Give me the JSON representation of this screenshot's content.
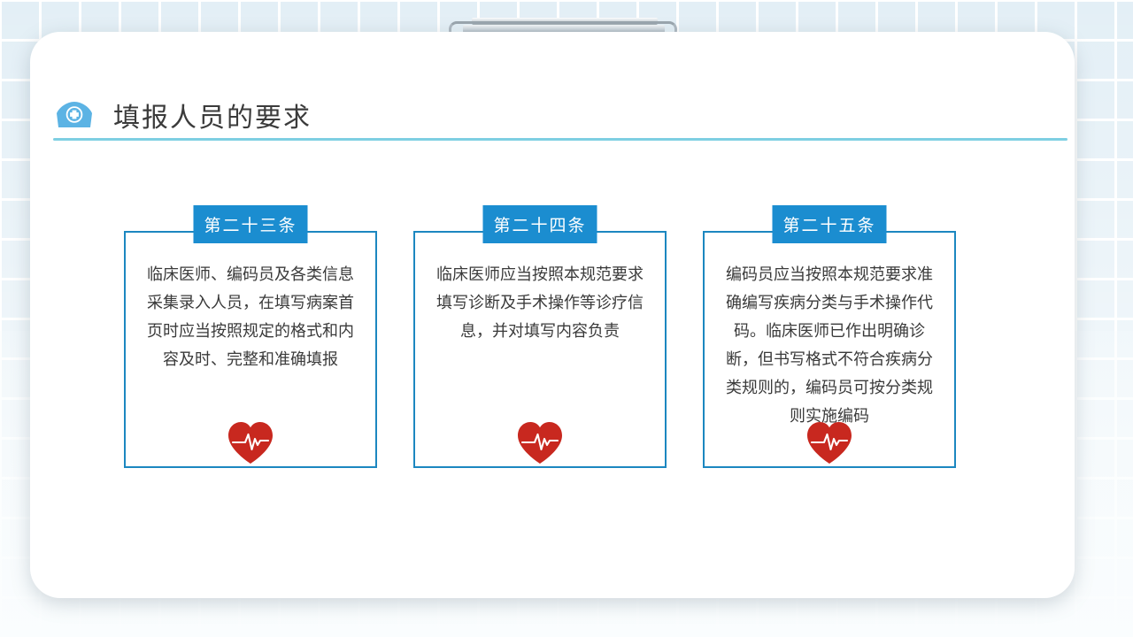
{
  "slide": {
    "title": "填报人员的要求",
    "title_icon": "nurse-cap-icon",
    "accent_color": "#1b8dd0",
    "divider_color": "#7ecfe2",
    "box_border_color": "#1c87c0",
    "heart_color": "#c8281f",
    "card_background": "#ffffff",
    "page_background": "#e3eff6"
  },
  "decorations": {
    "top_clip": "clipboard-clip-icon",
    "heart_icon_name": "heartbeat-icon"
  },
  "articles": [
    {
      "tab": "第二十三条",
      "body": "临床医师、编码员及各类信息采集录入人员，在填写病案首页时应当按照规定的格式和内容及时、完整和准确填报",
      "icon": "heartbeat-icon"
    },
    {
      "tab": "第二十四条",
      "body": "临床医师应当按照本规范要求填写诊断及手术操作等诊疗信息，并对填写内容负责",
      "icon": "heartbeat-icon"
    },
    {
      "tab": "第二十五条",
      "body": "编码员应当按照本规范要求准确编写疾病分类与手术操作代码。临床医师已作出明确诊断，但书写格式不符合疾病分类规则的，编码员可按分类规则实施编码",
      "icon": "heartbeat-icon"
    }
  ]
}
